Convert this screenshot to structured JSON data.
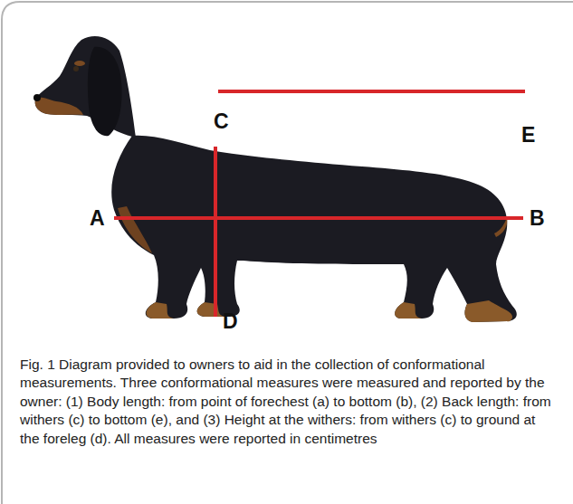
{
  "diagram": {
    "caption": "Fig. 1 Diagram provided to owners to aid in the collection of conformational measurements. Three conformational measures were measured and reported by the owner: (1) Body length: from point of forechest (a) to bottom (b), (2) Back length: from withers (c) to bottom (e), and (3) Height at the withers: from withers (c) to ground at the foreleg (d). All measures were reported in centimetres",
    "labels": [
      "C",
      "E",
      "A",
      "B",
      "D"
    ]
  }
}
